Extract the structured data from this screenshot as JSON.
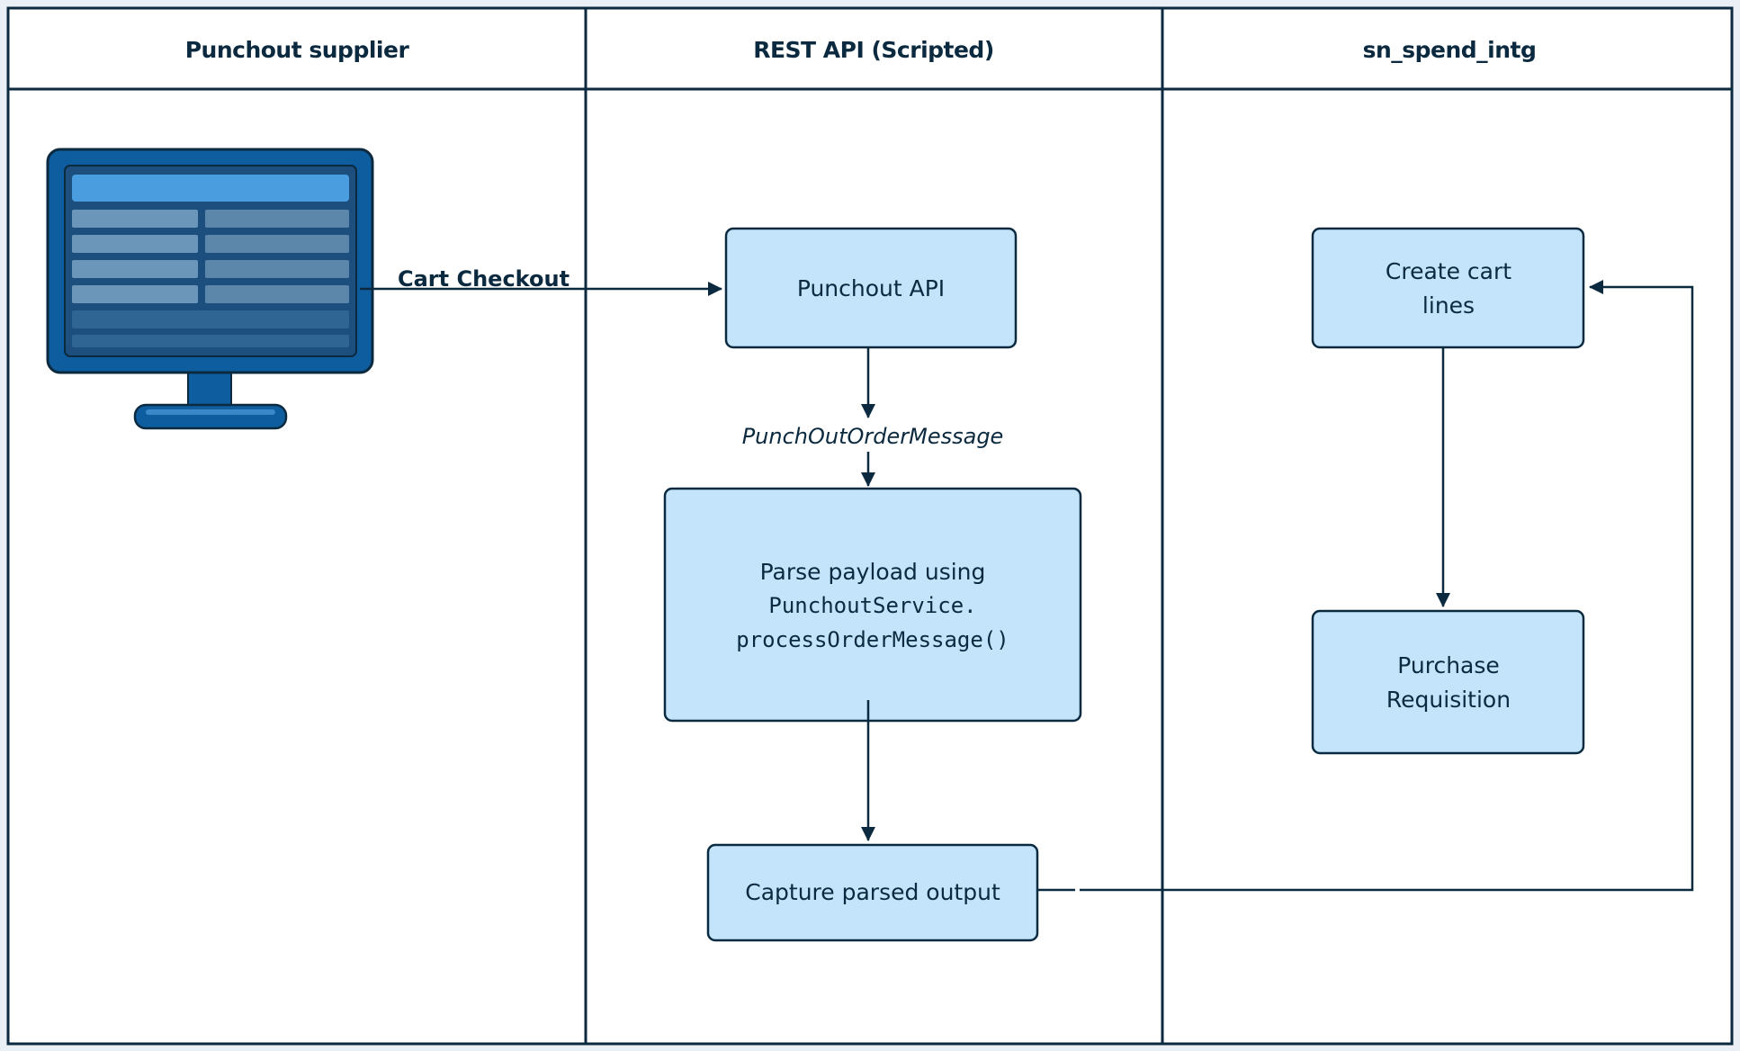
{
  "lanes": [
    {
      "id": "supplier",
      "title": "Punchout supplier"
    },
    {
      "id": "rest",
      "title": "REST API (Scripted)"
    },
    {
      "id": "spend",
      "title": "sn_spend_intg"
    }
  ],
  "nodes": {
    "supplier_monitor": {
      "icon": "monitor-icon"
    },
    "punchout_api": {
      "lines": [
        "Punchout API"
      ]
    },
    "parse_payload": {
      "line1": "Parse payload using",
      "code_lines": [
        "PunchoutService.",
        "processOrderMessage()"
      ]
    },
    "capture_output": {
      "lines": [
        "Capture parsed output"
      ]
    },
    "create_cart_lines": {
      "lines": [
        "Create cart",
        "lines"
      ]
    },
    "purchase_requisition": {
      "lines": [
        "Purchase",
        "Requisition"
      ]
    }
  },
  "edges": {
    "cart_checkout": {
      "label": "Cart Checkout"
    },
    "punchout_order_message": {
      "label": "PunchOutOrderMessage"
    }
  },
  "colors": {
    "ink": "#0c2a3f",
    "box_fill": "#c3e4fb",
    "monitor_frame": "#0e5d9e",
    "monitor_screen": "#1c4f7e",
    "monitor_header": "#4a9ee0",
    "monitor_row": "#4c7aa0"
  }
}
